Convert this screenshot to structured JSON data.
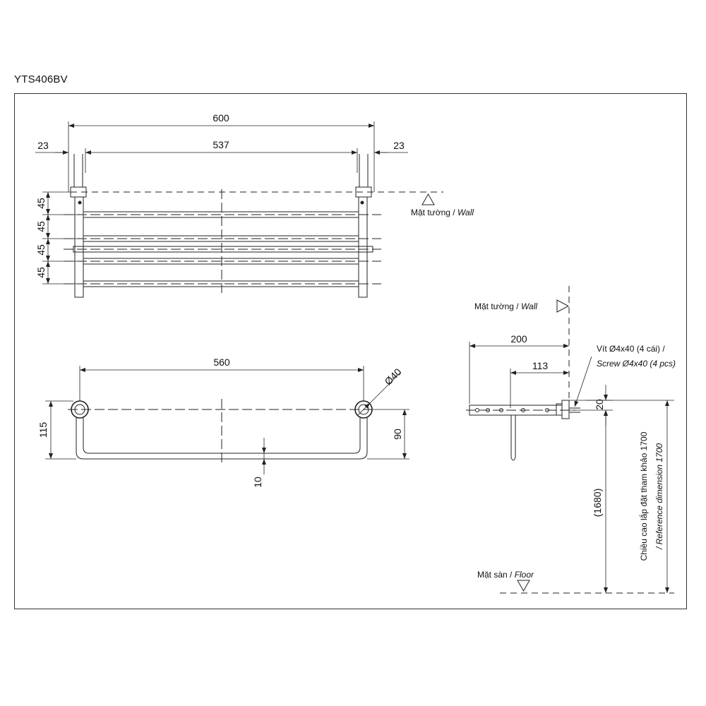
{
  "model": "YTS406BV",
  "top_view": {
    "overall_width": "600",
    "inner_width": "537",
    "side_offset_left": "23",
    "side_offset_right": "23",
    "bar_spacing": [
      "45",
      "45",
      "45",
      "45"
    ],
    "wall_label_vi": "Mặt tường / ",
    "wall_label_en": "Wall"
  },
  "front_view": {
    "bar_length": "560",
    "mount_diameter": "Ø40",
    "total_height": "115",
    "drop_height": "90",
    "bar_thickness": "10"
  },
  "side_view": {
    "wall_label_vi": "Mặt tường / ",
    "wall_label_en": "Wall",
    "depth": "200",
    "inner_depth": "113",
    "screw_vi": "Vít Ø4x40 (4 cái) /",
    "screw_en": "Screw Ø4x40 (4 pcs)",
    "top_offset": "20",
    "install_height": "(1680)",
    "ref_vi": "Chiều cao lắp đặt tham khảo 1700",
    "ref_en": "/ Reference dimension 1700",
    "floor_vi": "Mặt sàn / ",
    "floor_en": "Floor"
  }
}
